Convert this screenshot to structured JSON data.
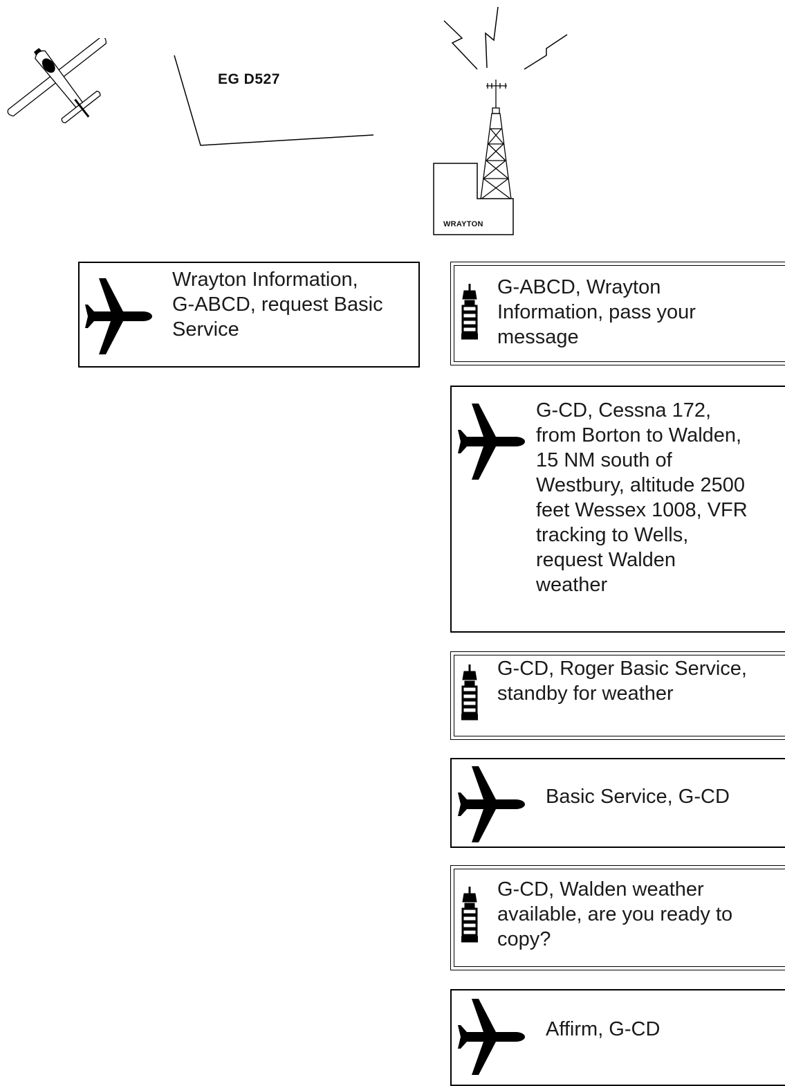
{
  "scene": {
    "zone_label": "EG D527",
    "station_label": "WRAYTON",
    "icons": [
      "light-aircraft-icon",
      "radio-mast-icon",
      "radio-waves-icon",
      "building-icon"
    ]
  },
  "messages": [
    {
      "speaker": "pilot",
      "icon": "airplane-icon",
      "lines": [
        "Wrayton Information,",
        "G-ABCD, request Basic",
        "Service"
      ]
    },
    {
      "speaker": "atc",
      "icon": "control-tower-icon",
      "lines": [
        "G-ABCD, Wrayton",
        "Information, pass your",
        "message"
      ]
    },
    {
      "speaker": "pilot",
      "icon": "airplane-icon",
      "lines": [
        "G-CD, Cessna 172,",
        "from Borton to Walden,",
        "15 NM south of",
        "Westbury, altitude 2500",
        "feet Wessex 1008, VFR",
        "tracking to Wells,",
        "request Walden",
        "weather"
      ]
    },
    {
      "speaker": "atc",
      "icon": "control-tower-icon",
      "lines": [
        "G-CD, Roger Basic Service,",
        "standby for weather"
      ]
    },
    {
      "speaker": "pilot",
      "icon": "airplane-icon",
      "lines": [
        "Basic Service, G-CD"
      ]
    },
    {
      "speaker": "atc",
      "icon": "control-tower-icon",
      "lines": [
        "G-CD, Walden weather",
        "available, are you ready to",
        "copy?"
      ]
    },
    {
      "speaker": "pilot",
      "icon": "airplane-icon",
      "lines": [
        "Affirm, G-CD"
      ]
    }
  ]
}
